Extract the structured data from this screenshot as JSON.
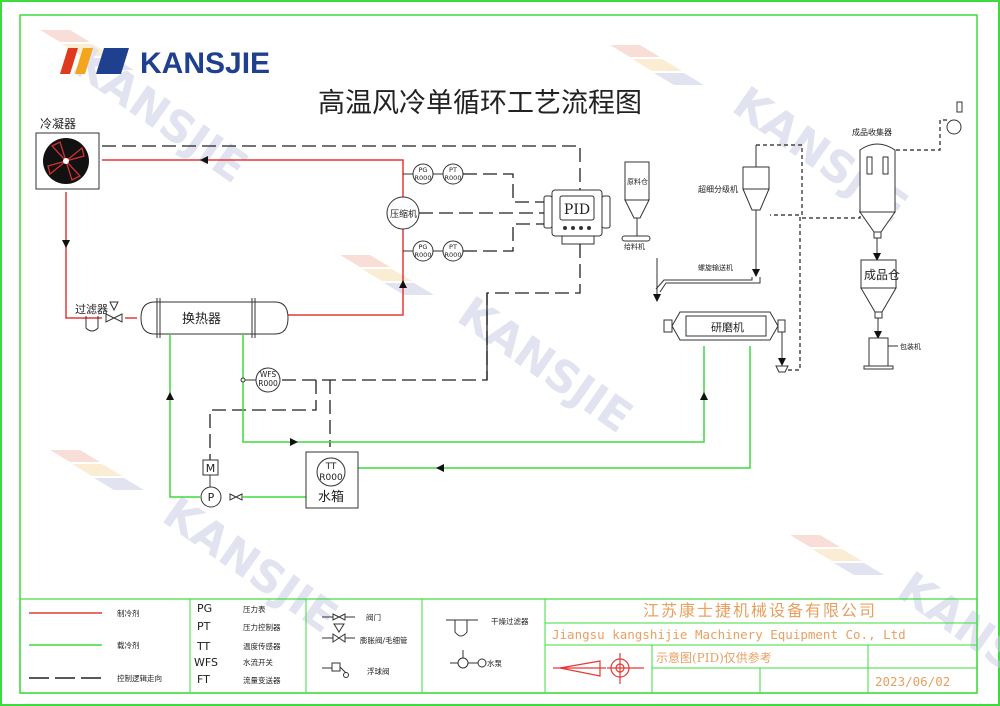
{
  "brand": {
    "name": "KANSJIE",
    "stripe_colors": [
      "#e03a1e",
      "#f2a51d",
      "#1f3f8f"
    ],
    "text_color": "#1f3f8f",
    "watermark_text": "KANSJIE",
    "watermark_mark": "®"
  },
  "title": "高温风冷单循环工艺流程图",
  "colors": {
    "border": "#3ddc3d",
    "refrigerant": "#e53935",
    "coolant": "#3ddc3d",
    "control": "#222222",
    "orange_text": "#e8a060"
  },
  "equipment": {
    "condenser": "冷凝器",
    "compressor": "压缩机",
    "filter": "过滤器",
    "heat_exchanger": "换热器",
    "pid_controller": "PID",
    "raw_bin": "原料仓",
    "feeder": "给料机",
    "classifier": "超细分级机",
    "screw_conveyor": "螺旋输送机",
    "grinder": "研磨机",
    "product_collector": "成品收集器",
    "product_bin": "成品仓",
    "packer": "包装机",
    "water_tank": "水箱",
    "motor": "M",
    "pump": "P"
  },
  "instruments": {
    "pg_top": {
      "tag": "PG",
      "id": "R000"
    },
    "pt_top": {
      "tag": "PT",
      "id": "R000"
    },
    "pg_bottom": {
      "tag": "PG",
      "id": "R000"
    },
    "pt_bottom": {
      "tag": "PT",
      "id": "R000"
    },
    "wfs": {
      "tag": "WFS",
      "id": "R000"
    },
    "tt": {
      "tag": "TT",
      "id": "R000"
    }
  },
  "legend": {
    "lines": [
      {
        "label": "制冷剂",
        "style": "refrigerant"
      },
      {
        "label": "载冷剂",
        "style": "coolant"
      },
      {
        "label": "控制逻辑走向",
        "style": "control"
      }
    ],
    "abbreviations": [
      {
        "code": "PG",
        "meaning": "压力表"
      },
      {
        "code": "PT",
        "meaning": "压力控制器"
      },
      {
        "code": "TT",
        "meaning": "温度传感器"
      },
      {
        "code": "WFS",
        "meaning": "水流开关"
      },
      {
        "code": "FT",
        "meaning": "流量变送器"
      }
    ],
    "symbols_a": [
      {
        "label": "阀门"
      },
      {
        "label": "膨胀阀/毛细管"
      },
      {
        "label": "浮球阀"
      }
    ],
    "symbols_b": [
      {
        "label": "干燥过滤器"
      },
      {
        "label": "水泵"
      }
    ]
  },
  "title_block": {
    "company_cn": "江苏康士捷机械设备有限公司",
    "company_en": "Jiangsu kangshijie Machinery Equipment Co., Ltd",
    "note": "示意图(PID)仅供参考",
    "date": "2023/06/02"
  }
}
